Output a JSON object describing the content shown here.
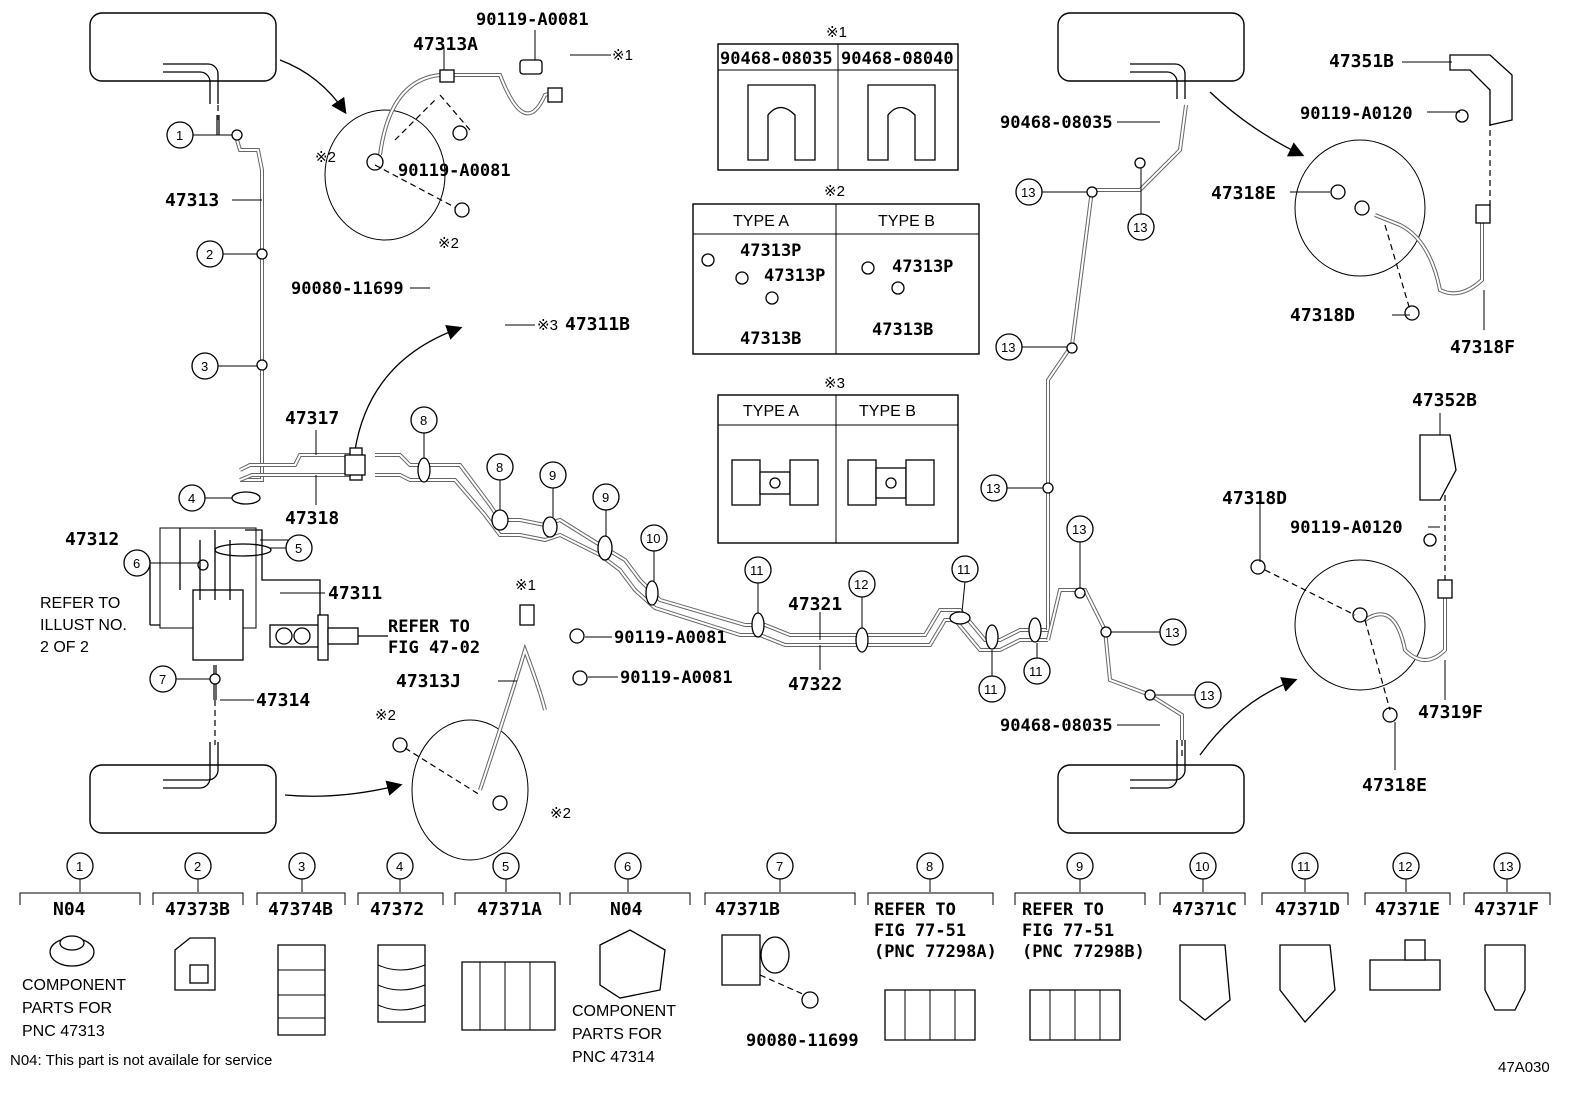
{
  "callouts": {
    "c1": "1",
    "c2": "2",
    "c3": "3",
    "c4": "4",
    "c5": "5",
    "c6": "6",
    "c7": "7",
    "c8": "8",
    "c9": "9",
    "c10": "10",
    "c11": "11",
    "c12": "12",
    "c13": "13"
  },
  "parts": {
    "p47313A": "47313A",
    "p90119A0081": "90119-A0081",
    "p47313": "47313",
    "p47317": "47317",
    "p47318": "47318",
    "p47312": "47312",
    "p47311": "47311",
    "p47314": "47314",
    "p47313J": "47313J",
    "p47321": "47321",
    "p47322": "47322",
    "p47311B": "47311B",
    "p90080_11699": "90080-11699",
    "p90468_08035": "90468-08035",
    "p90468_08040": "90468-08040",
    "p47351B": "47351B",
    "p90119A0120": "90119-A0120",
    "p47318E": "47318E",
    "p47318D": "47318D",
    "p47318F": "47318F",
    "p47352B": "47352B",
    "p47319F": "47319F",
    "p47313P": "47313P",
    "p47313B": "47313B"
  },
  "marks": {
    "m1": "※1",
    "m2": "※2",
    "m3": "※3"
  },
  "boxes": {
    "typeA": "TYPE A",
    "typeB": "TYPE B"
  },
  "refs": {
    "refer_illust": [
      "REFER TO",
      "ILLUST NO.",
      "2 OF 2"
    ],
    "refer_fig4702": [
      "REFER TO",
      "FIG 47-02"
    ]
  },
  "legend": [
    {
      "num": "1",
      "code": "N04",
      "note": [
        "COMPONENT",
        "PARTS FOR",
        "PNC 47313"
      ]
    },
    {
      "num": "2",
      "code": "47373B"
    },
    {
      "num": "3",
      "code": "47374B"
    },
    {
      "num": "4",
      "code": "47372"
    },
    {
      "num": "5",
      "code": "47371A"
    },
    {
      "num": "6",
      "code": "N04",
      "note": [
        "COMPONENT",
        "PARTS FOR",
        "PNC 47314"
      ]
    },
    {
      "num": "7",
      "code": "47371B",
      "sub": "90080-11699"
    },
    {
      "num": "8",
      "code": "REFER TO",
      "line2": "FIG 77-51",
      "line3": "(PNC 77298A)"
    },
    {
      "num": "9",
      "code": "REFER TO",
      "line2": "FIG 77-51",
      "line3": "(PNC 77298B)"
    },
    {
      "num": "10",
      "code": "47371C"
    },
    {
      "num": "11",
      "code": "47371D"
    },
    {
      "num": "12",
      "code": "47371E"
    },
    {
      "num": "13",
      "code": "47371F"
    }
  ],
  "footnote": "N04: This part is not availale for service",
  "figure_id": "47A030"
}
